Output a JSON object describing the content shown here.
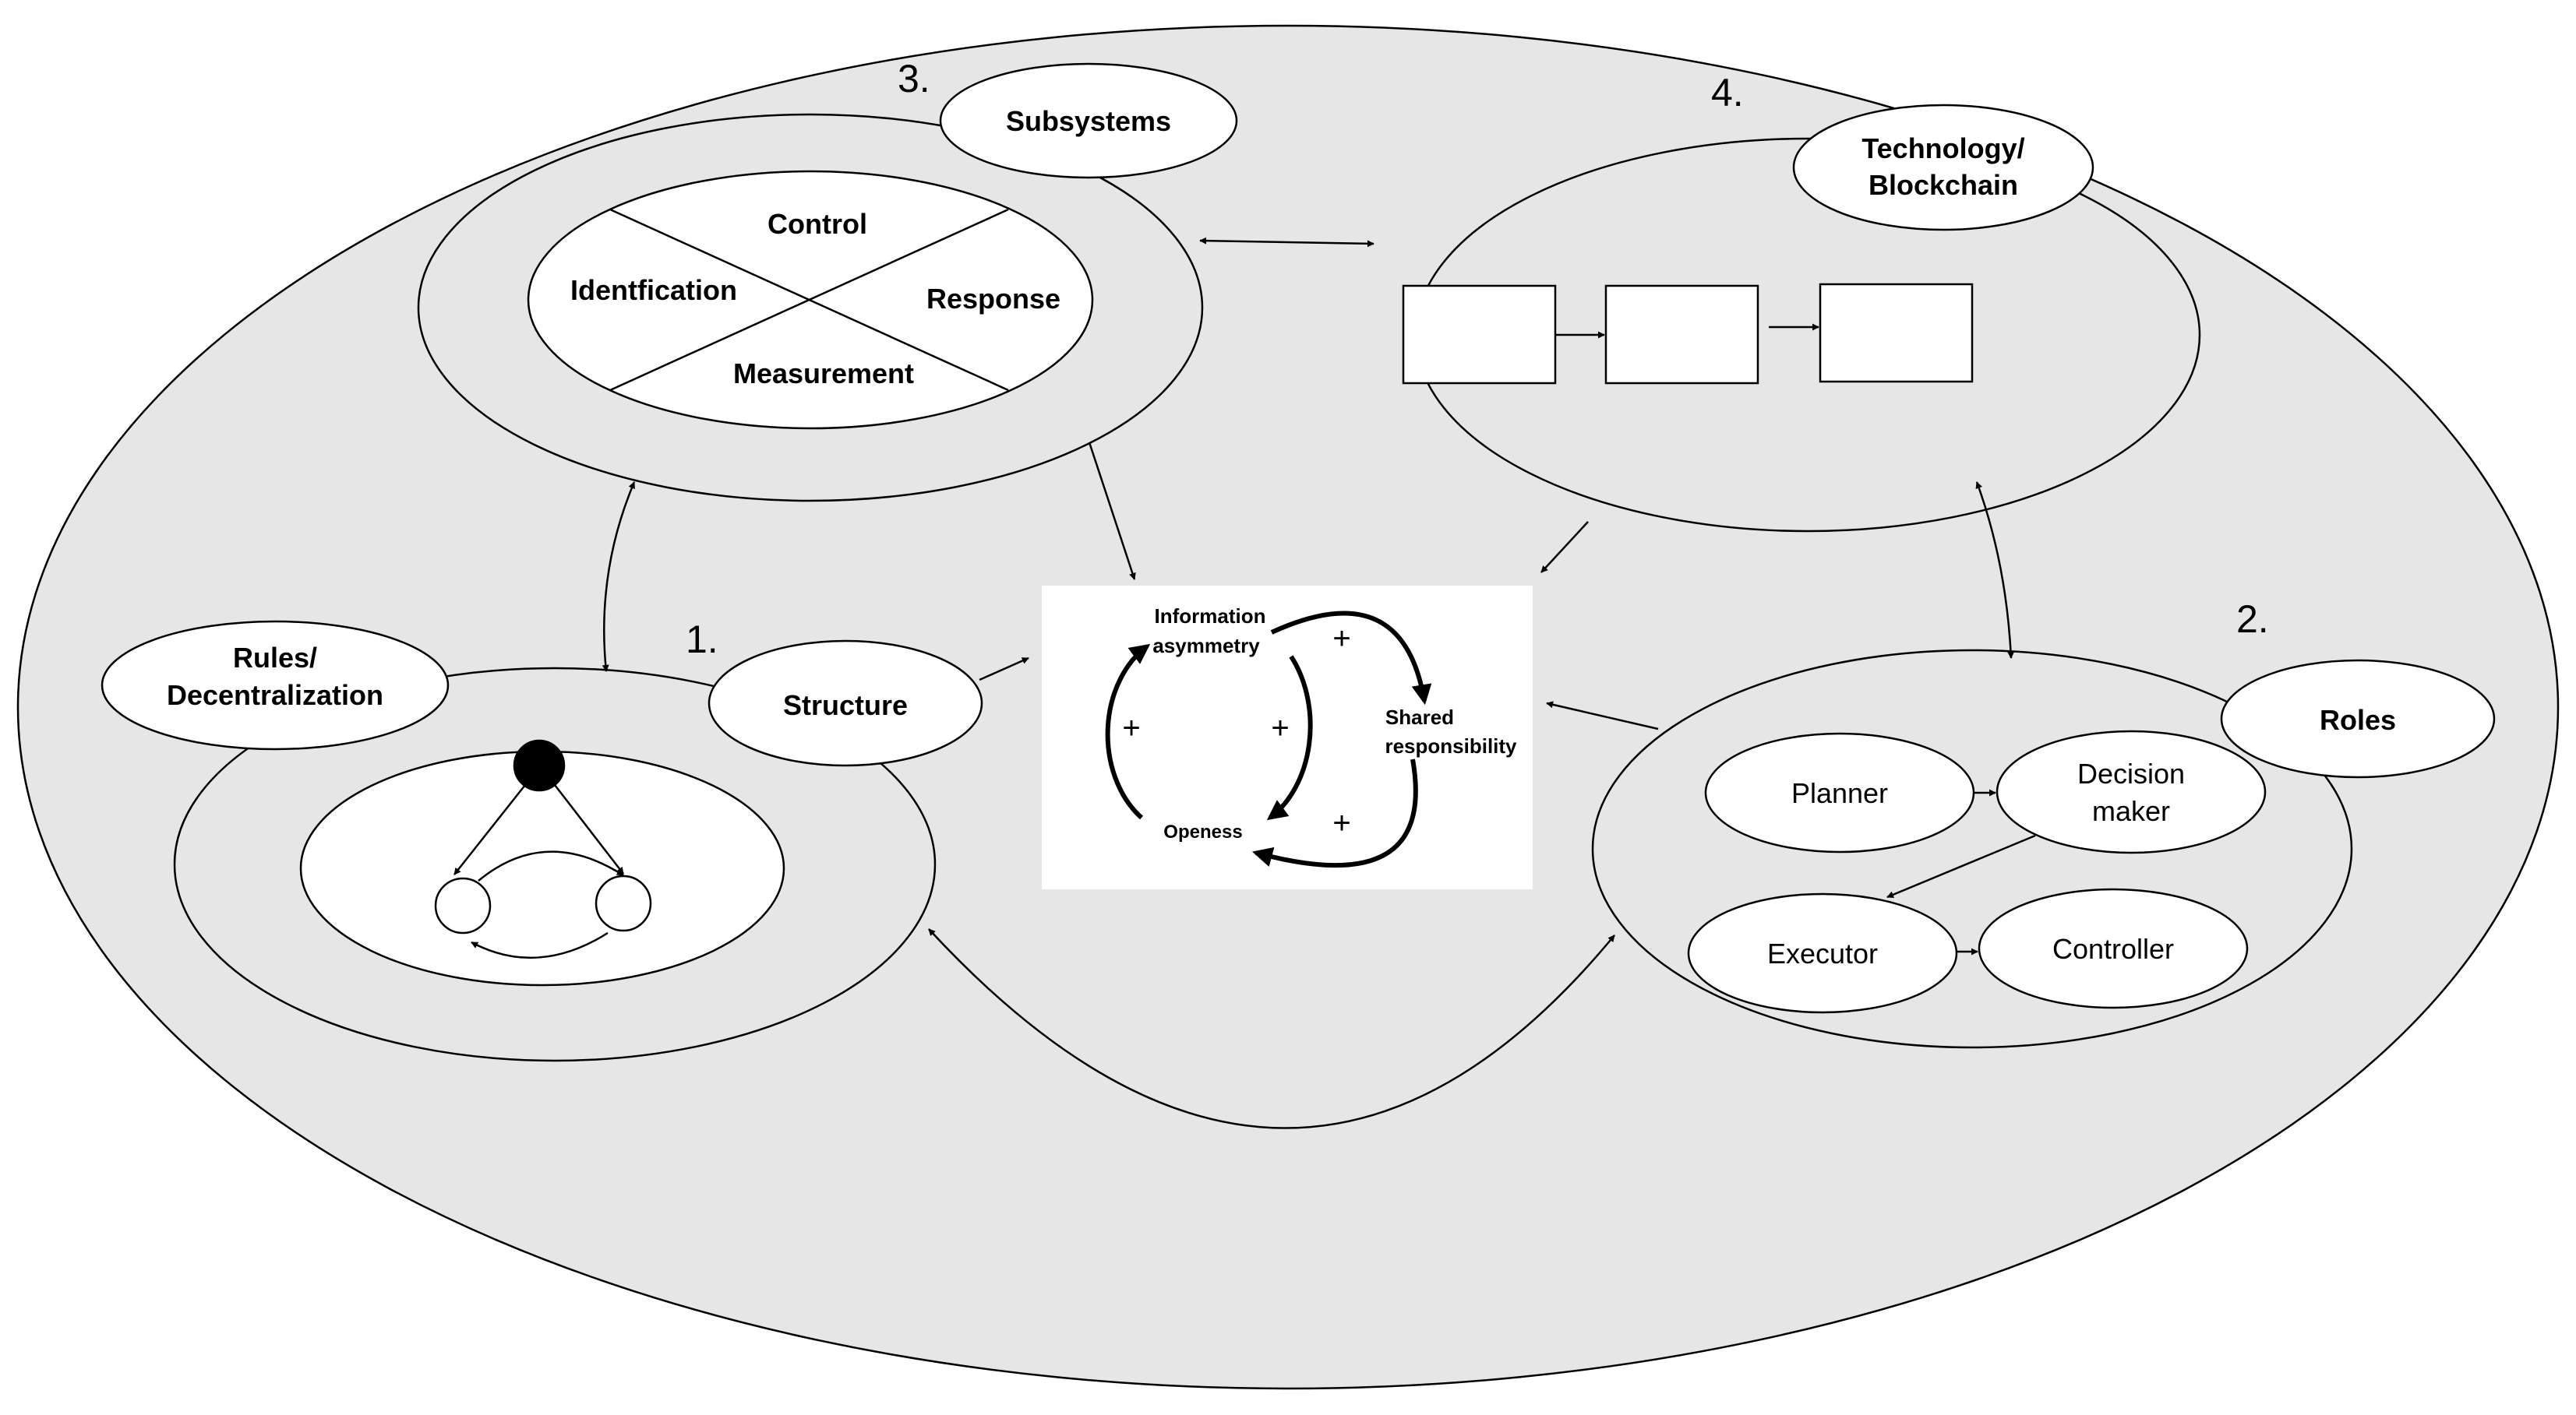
{
  "colors": {
    "outer_fill": "#e6e6e6",
    "inner_fill": "#ffffff",
    "stroke": "#000000",
    "center_node": "#000000"
  },
  "section_numbers": {
    "structure": "1.",
    "roles": "2.",
    "subsystems": "3.",
    "technology": "4."
  },
  "structure": {
    "label": "Structure",
    "rules_label_line1": "Rules/",
    "rules_label_line2": "Decentralization"
  },
  "subsystems": {
    "label": "Subsystems",
    "quadrants": {
      "top": "Control",
      "left": "Identfication",
      "right": "Response",
      "bottom": "Measurement"
    }
  },
  "technology": {
    "label_line1": "Technology/",
    "label_line2": "Blockchain"
  },
  "roles": {
    "label": "Roles",
    "planner": "Planner",
    "decision_line1": "Decision",
    "decision_line2": "maker",
    "executor": "Executor",
    "controller": "Controller"
  },
  "center_loop": {
    "info_line1": "Information",
    "info_line2": "asymmetry",
    "shared_line1": "Shared",
    "shared_line2": "responsibility",
    "openness": "Openess",
    "polarity": [
      "+",
      "+",
      "+",
      "+"
    ]
  }
}
